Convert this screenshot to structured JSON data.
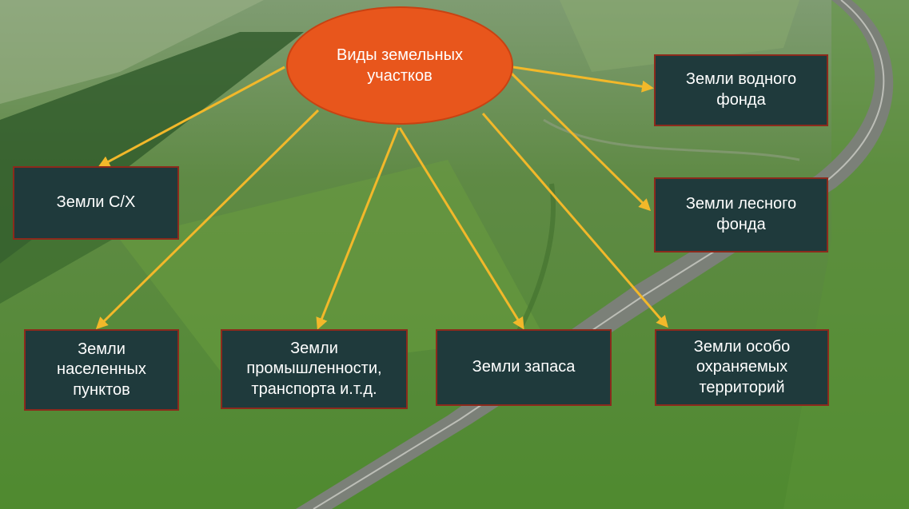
{
  "diagram": {
    "center": {
      "label": "Виды земельных\nучастков"
    },
    "nodes": [
      {
        "id": "agri",
        "label": "Земли С/Х"
      },
      {
        "id": "water",
        "label": "Земли водного\nфонда"
      },
      {
        "id": "forest",
        "label": "Земли лесного\nфонда"
      },
      {
        "id": "settlements",
        "label": "Земли\nнаселенных\nпунктов"
      },
      {
        "id": "industry",
        "label": "Земли\nпромышленности,\nтранспорта и.т.д."
      },
      {
        "id": "reserve",
        "label": "Земли запаса"
      },
      {
        "id": "protected",
        "label": "Земли особо\nохраняемых\nтерриторий"
      }
    ],
    "colors": {
      "center_fill": "#e8561c",
      "box_fill": "#1f3a3c",
      "box_border": "#8c2a1c",
      "arrow": "#f2b82a"
    }
  }
}
